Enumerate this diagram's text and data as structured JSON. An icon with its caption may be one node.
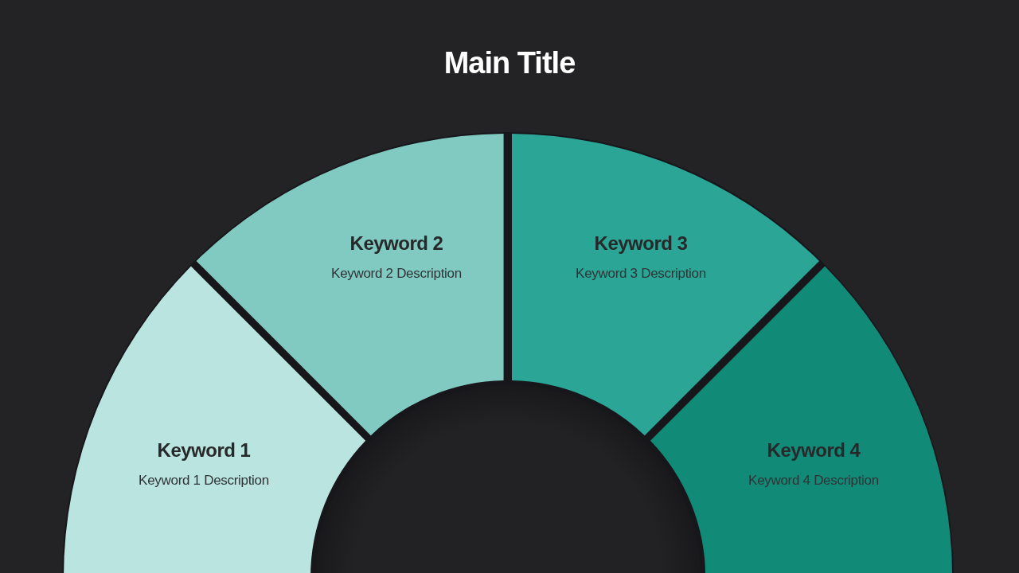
{
  "diagram": {
    "title": "Main Title",
    "nodes": [
      {
        "text": [
          "Keyword 1",
          "Keyword 1 Description"
        ]
      },
      {
        "text": [
          "Keyword 2",
          "Keyword 2 Description"
        ]
      },
      {
        "text": [
          "Keyword 3",
          "Keyword 3 Description"
        ]
      },
      {
        "text": [
          "Keyword 4",
          "Keyword 4 Description"
        ]
      }
    ]
  }
}
